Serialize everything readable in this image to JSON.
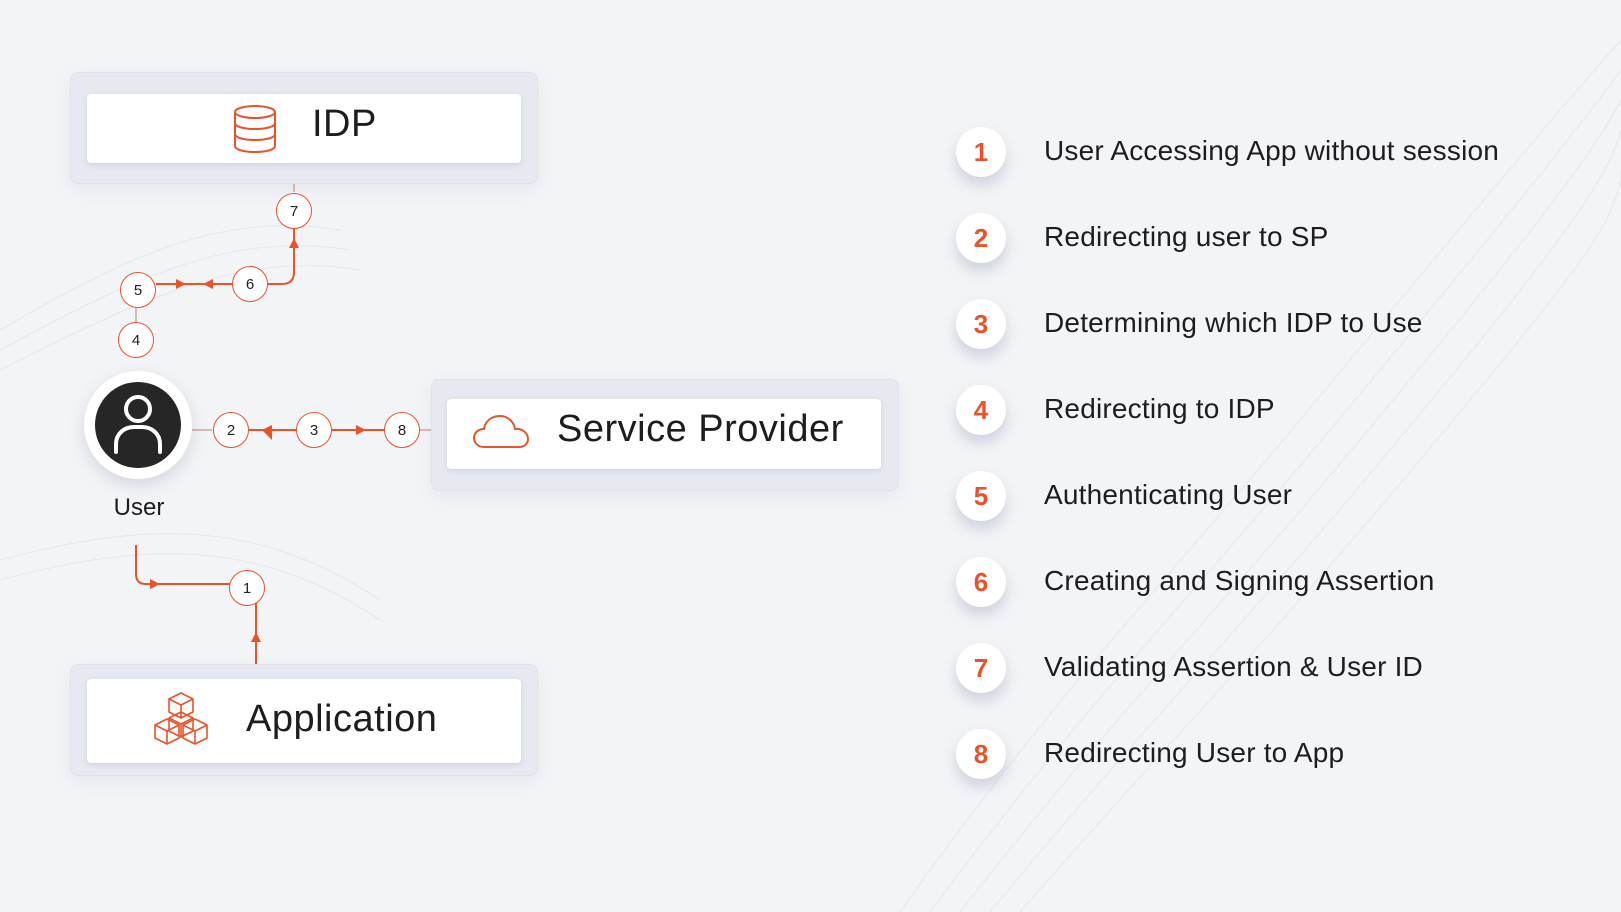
{
  "colors": {
    "accent": "#e8532a",
    "background": "#f3f4f6",
    "card": "#ffffff",
    "user_circle": "#262626",
    "text": "#1d1d1f"
  },
  "nodes": {
    "idp": {
      "label": "IDP",
      "icon": "database-icon"
    },
    "service_provider": {
      "label": "Service Provider",
      "icon": "cloud-icon"
    },
    "application": {
      "label": "Application",
      "icon": "cubes-icon"
    },
    "user": {
      "label": "User",
      "icon": "user-icon"
    }
  },
  "flow_steps": [
    "1",
    "2",
    "3",
    "4",
    "5",
    "6",
    "7",
    "8"
  ],
  "legend": [
    {
      "number": "1",
      "text": "User Accessing App without session"
    },
    {
      "number": "2",
      "text": "Redirecting user to SP"
    },
    {
      "number": "3",
      "text": "Determining which IDP to Use"
    },
    {
      "number": "4",
      "text": "Redirecting to IDP"
    },
    {
      "number": "5",
      "text": "Authenticating User"
    },
    {
      "number": "6",
      "text": "Creating and Signing Assertion"
    },
    {
      "number": "7",
      "text": "Validating Assertion & User ID"
    },
    {
      "number": "8",
      "text": "Redirecting User to App"
    }
  ]
}
